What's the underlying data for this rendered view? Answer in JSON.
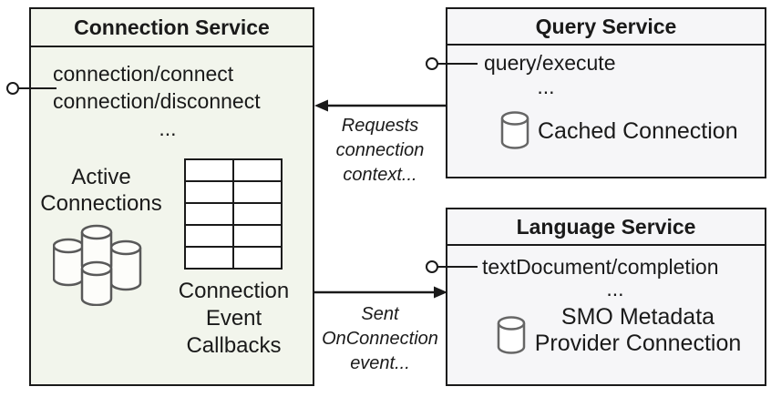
{
  "connection_service": {
    "title": "Connection Service",
    "methods": [
      "connection/connect",
      "connection/disconnect",
      "..."
    ],
    "active_connections": [
      "Active",
      "Connections"
    ],
    "callbacks": [
      "Connection",
      "Event",
      "Callbacks"
    ],
    "callbacks_table": {
      "rows": 5,
      "cols": 2
    }
  },
  "query_service": {
    "title": "Query Service",
    "methods": [
      "query/execute",
      "..."
    ],
    "connection_label": "Cached Connection"
  },
  "language_service": {
    "title": "Language Service",
    "methods": [
      "textDocument/completion",
      "..."
    ],
    "connection_label": [
      "SMO Metadata",
      "Provider Connection"
    ]
  },
  "annotations": {
    "requests_connection": [
      "Requests",
      "connection",
      "context..."
    ],
    "sent_onconnection": [
      "Sent",
      "OnConnection",
      "event..."
    ]
  },
  "icons": {
    "database_cluster": "database-cluster-icon",
    "database": "database-icon",
    "provided_interface": "lollipop-interface-icon",
    "arrow_left": "arrow-left-icon",
    "arrow_right": "arrow-right-icon"
  },
  "colors": {
    "connection_box_fill": "#f2f5ec",
    "service_box_fill": "#f6f6f8",
    "border": "#1a1a1a",
    "cylinder_stroke": "#595959",
    "small_cylinder_stroke": "#666666"
  }
}
